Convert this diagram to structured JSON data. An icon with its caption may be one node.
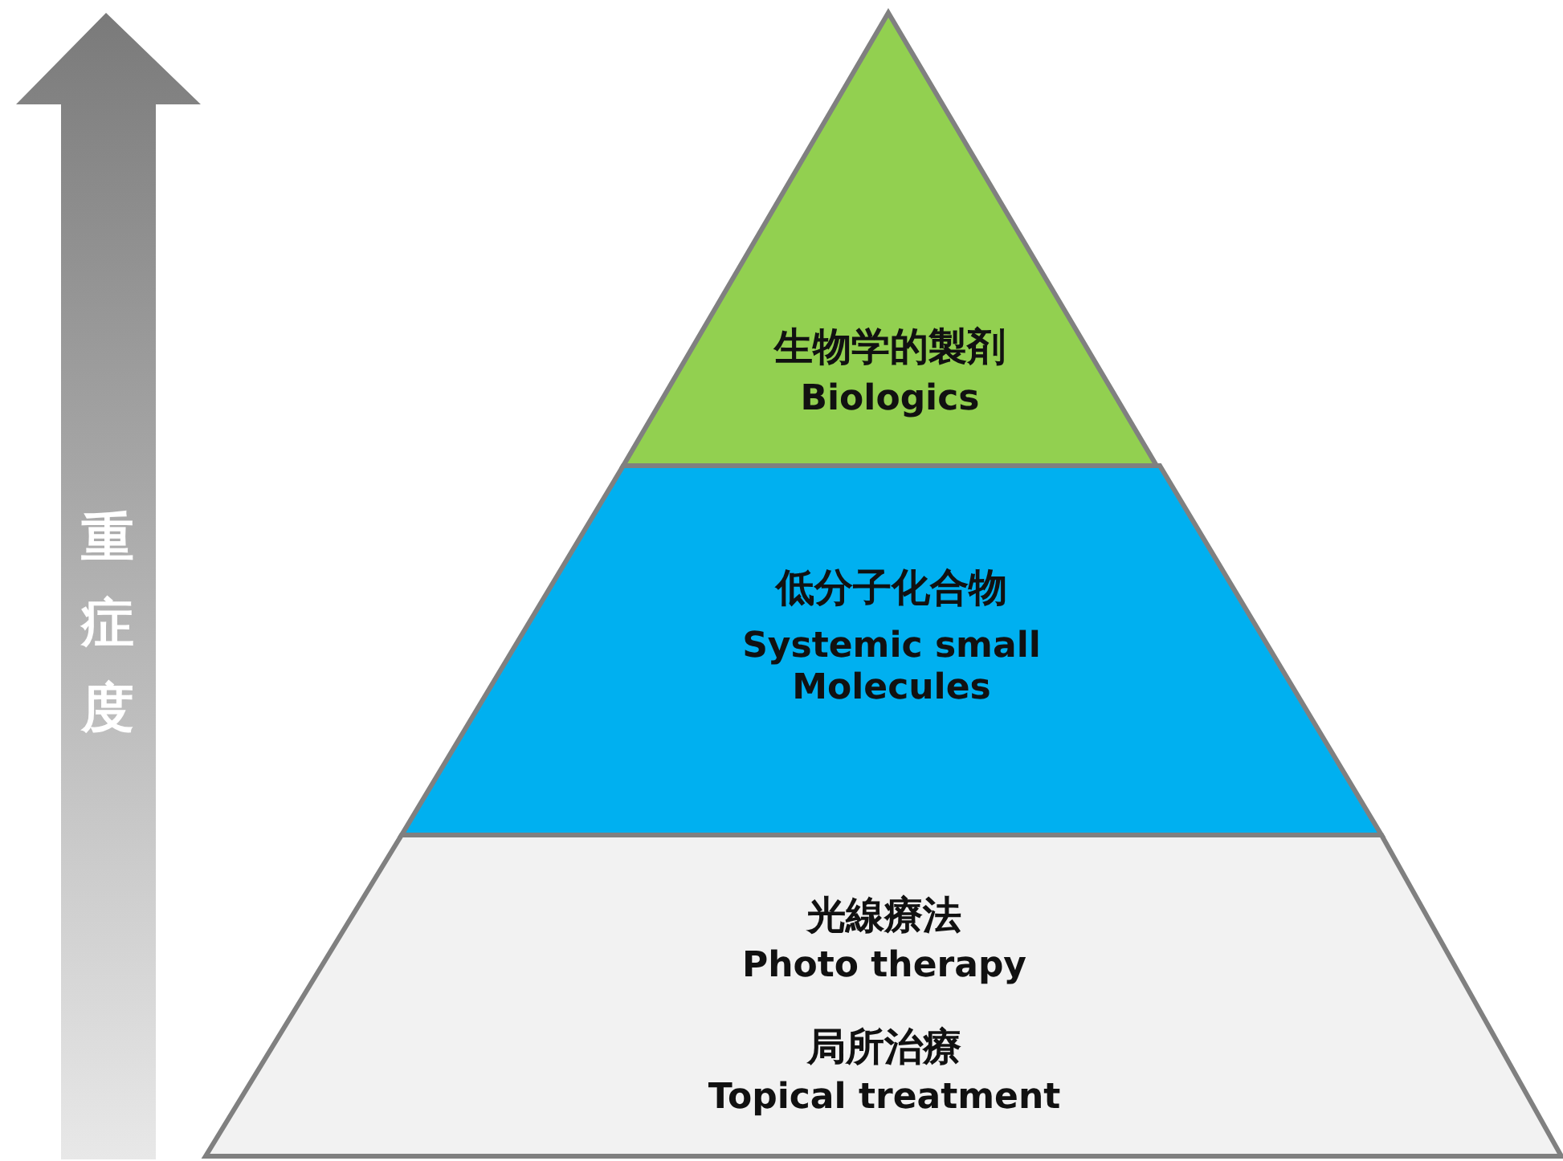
{
  "diagram": {
    "nodes": [
      {
        "text": [
          "生物学的製剤",
          "Biologics"
        ]
      },
      {
        "text": [
          "低分子化合物",
          "Systemic small Molecules"
        ]
      },
      {
        "text": [
          "光線療法",
          "Photo therapy",
          "局所治療",
          "Topical treatment"
        ]
      }
    ],
    "labels": [
      "重症度"
    ]
  }
}
